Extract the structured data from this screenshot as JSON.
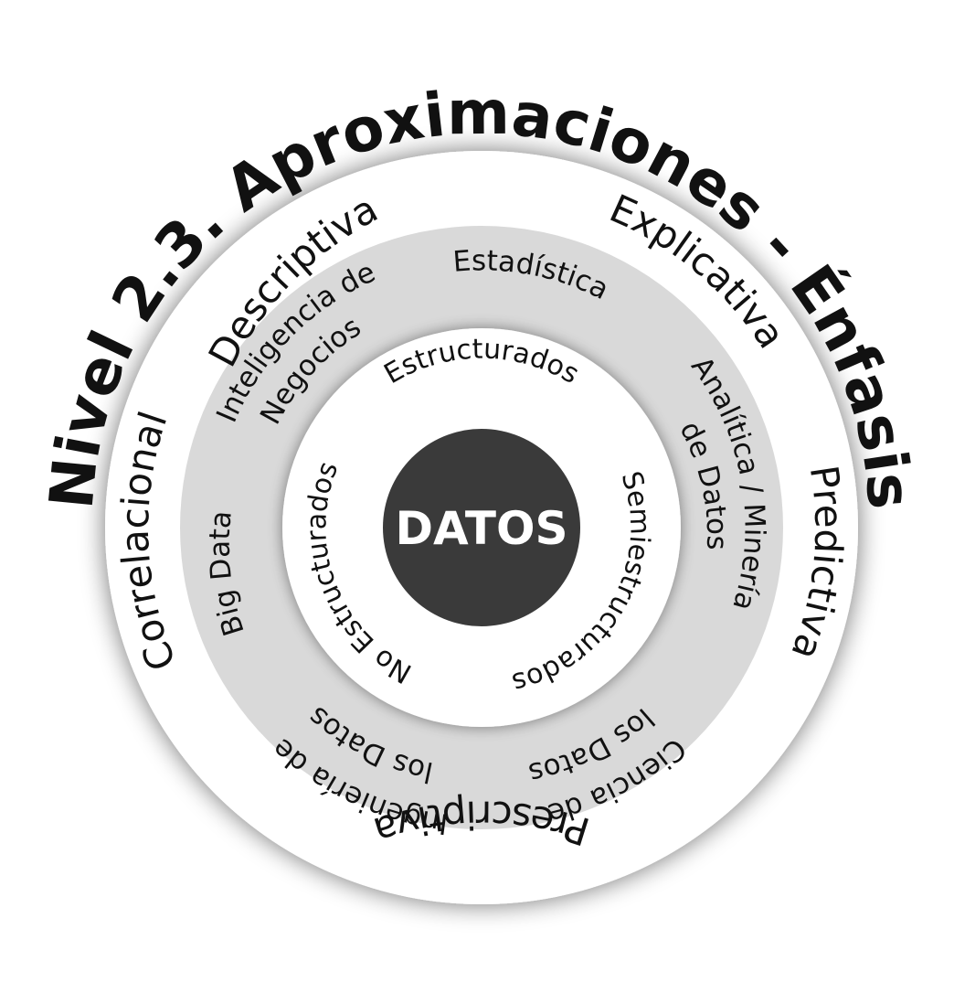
{
  "title": "Nivel 2.3. Aproximaciones - Énfasis",
  "colors": {
    "ring_outer": "#ffffff",
    "ring_middle": "#d9d9d9",
    "ring_inner": "#ffffff",
    "core": "#3a3a3a",
    "text": "#111111",
    "core_text": "#ffffff"
  },
  "outer_ring": {
    "descriptiva": "Descriptiva",
    "explicativa": "Explicativa",
    "predictiva": "Predictiva",
    "prescriptiva": "Prescriptiva",
    "correlacional": "Correlacional"
  },
  "middle_ring": {
    "estadistica": "Estadística",
    "analitica_line1": "Analítica / Minería",
    "analitica_line2": "de Datos",
    "ciencia_line1": "Ciencia de",
    "ciencia_line2": "los Datos",
    "ingenieria_line1": "Ingeniería de",
    "ingenieria_line2": "los Datos",
    "big_data": "Big Data",
    "inteligencia_line1": "Inteligencia de",
    "inteligencia_line2": "Negocios"
  },
  "inner_ring": {
    "estructurados": "Estructurados",
    "semiestructurados": "Semiestructurados",
    "no_estructurados": "No Estructurados"
  },
  "core": {
    "label": "DATOS"
  }
}
